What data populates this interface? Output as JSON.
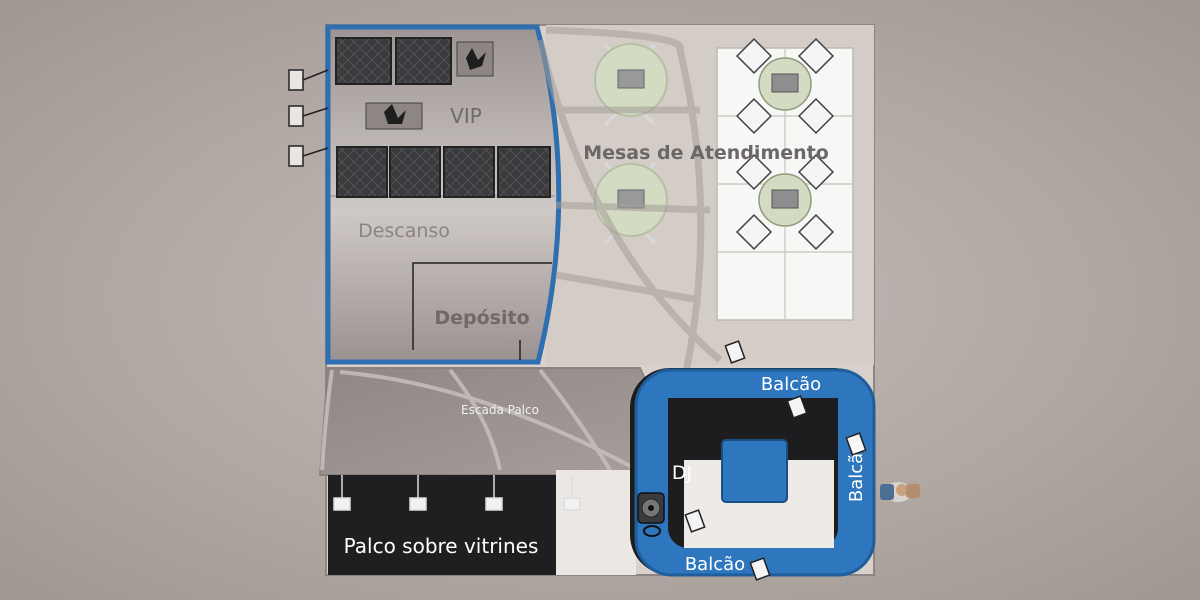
{
  "labels": {
    "vip": "VIP",
    "descanso": "Descanso",
    "deposito": "Depósito",
    "mesas": "Mesas de Atendimento",
    "escada": "Escada Palco",
    "palco": "Palco sobre vitrines",
    "dj": "DJ",
    "balcao_top": "Balcão",
    "balcao_right": "Balcão",
    "balcao_bottom": "Balcão"
  },
  "colors": {
    "accent_blue": "#2f6eb0",
    "counter_blue": "#2e77bf",
    "dark_floor": "#1f1f21",
    "floor_light": "#e2dcd6"
  },
  "icons": [
    "sofa-icon",
    "plant-icon",
    "table-with-chairs-icon",
    "spotlight-icon",
    "dj-turntable-icon",
    "person-icon"
  ]
}
